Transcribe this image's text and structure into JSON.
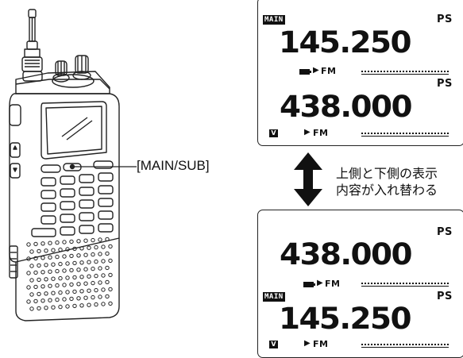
{
  "callout_label": "[MAIN/SUB]",
  "note": {
    "line1": "上側と下側の表示",
    "line2": "内容が入れ替わる"
  },
  "display_before": {
    "main_badge": "MAIN",
    "upper": {
      "ps": "PS",
      "frequency": "145.250",
      "mode": "FM"
    },
    "lower": {
      "ps": "PS",
      "frequency": "438.000",
      "mode": "FM",
      "v_badge": "V"
    }
  },
  "display_after": {
    "main_badge": "MAIN",
    "upper": {
      "ps": "PS",
      "frequency": "438.000",
      "mode": "FM"
    },
    "lower": {
      "ps": "PS",
      "frequency": "145.250",
      "mode": "FM",
      "v_badge": "V"
    }
  },
  "colors": {
    "ink": "#111111",
    "background": "#ffffff"
  }
}
